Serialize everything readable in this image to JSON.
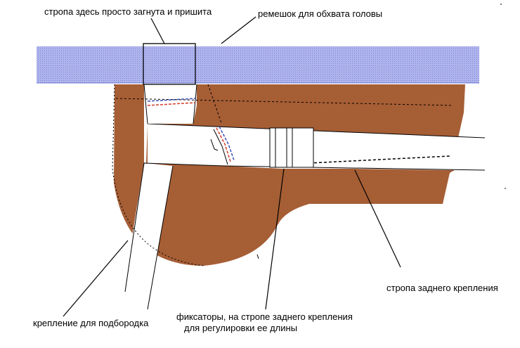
{
  "labels": {
    "strap_folded": "стропа здесь просто загнута и пришита",
    "head_strap": "ремешок для обхвата головы",
    "rear_strap": "стропа заднего крепления",
    "chin_mount": "крепление для подбородка",
    "fixators_line1": "фиксаторы, на стропе заднего крепления",
    "fixators_line2": "для регулировки ее длины"
  },
  "colors": {
    "head_band_fill": "#aab0ea",
    "head_band_dots": "#6f78d6",
    "leather": "#a65e35",
    "stitch_red": "#d23a2a",
    "stitch_blue": "#3a4fb8",
    "outline": "#000000",
    "background": "#ffffff"
  }
}
